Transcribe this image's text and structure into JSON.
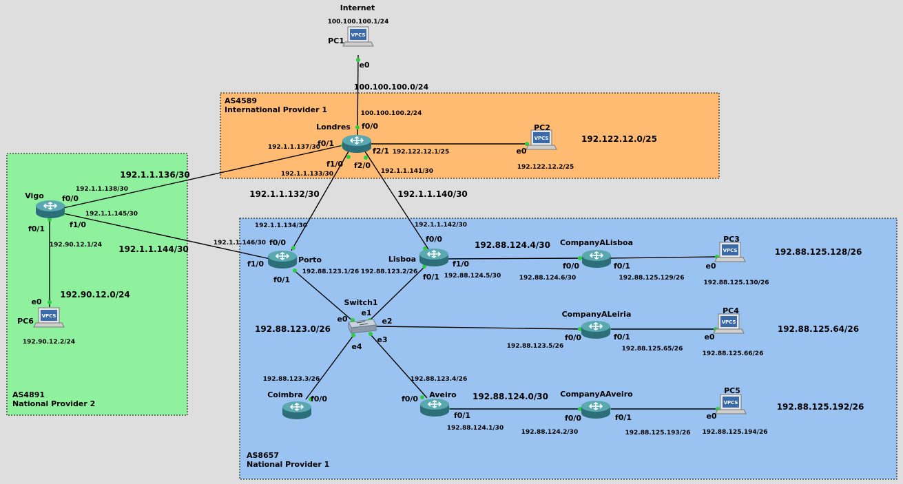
{
  "colors": {
    "background": "#dedede",
    "as4589_fill": "#ffbb72",
    "as4891_fill": "#8ff19e",
    "as8657_fill": "#9bc3f2",
    "router_body": "#3f8f98",
    "port_dot": "#2ecc40"
  },
  "areas": {
    "as4589": {
      "line1": "AS4589",
      "line2": "International Provider 1"
    },
    "as4891": {
      "line1": "AS4891",
      "line2": "National Provider 2"
    },
    "as8657": {
      "line1": "AS8657",
      "line2": "National Provider 1"
    }
  },
  "nodes": {
    "internet": {
      "caption": "Internet",
      "ip": "100.100.100.1/24"
    },
    "pc1": {
      "name": "PC1",
      "icon": "vpcs-icon",
      "badge": "VPCS"
    },
    "pc2": {
      "name": "PC2",
      "ip": "192.122.12.2/25",
      "badge": "VPCS"
    },
    "pc3": {
      "name": "PC3",
      "ip": "192.88.125.130/26",
      "badge": "VPCS"
    },
    "pc4": {
      "name": "PC4",
      "ip": "192.88.125.66/26",
      "badge": "VPCS"
    },
    "pc5": {
      "name": "PC5",
      "ip": "192.88.125.194/26",
      "badge": "VPCS"
    },
    "pc6": {
      "name": "PC6",
      "ip": "192.90.12.2/24",
      "badge": "VPCS"
    },
    "londres": {
      "name": "Londres",
      "icon": "router-icon"
    },
    "vigo": {
      "name": "Vigo"
    },
    "porto": {
      "name": "Porto"
    },
    "lisboa": {
      "name": "Lisboa"
    },
    "coimbra": {
      "name": "Coimbra"
    },
    "aveiro": {
      "name": "Aveiro"
    },
    "company_lisboa": {
      "name": "CompanyALisboa"
    },
    "company_leiria": {
      "name": "CompanyALeiria"
    },
    "company_aveiro": {
      "name": "CompanyAAveiro"
    },
    "switch1": {
      "name": "Switch1",
      "icon": "switch-icon"
    }
  },
  "networks": {
    "n100": "100.100.100.0/24",
    "n122": "192.122.12.0/25",
    "n136": "192.1.1.136/30",
    "n132": "192.1.1.132/30",
    "n140": "192.1.1.140/30",
    "n144": "192.1.1.144/30",
    "n9012": "192.90.12.0/24",
    "n12123": "192.88.123.0/26",
    "n1244": "192.88.124.4/30",
    "n1240": "192.88.124.0/30",
    "n125128": "192.88.125.128/26",
    "n12564": "192.88.125.64/26",
    "n125192": "192.88.125.192/26"
  },
  "ports": {
    "pc1_e0": "e0",
    "lon_f00": "f0/0",
    "lon_f01": "f0/1",
    "lon_f10": "f1/0",
    "lon_f20": "f2/0",
    "lon_f21": "f2/1",
    "pc2_e0": "e0",
    "vigo_f00": "f0/0",
    "vigo_f01": "f0/1",
    "vigo_f10": "f1/0",
    "pc6_e0": "e0",
    "porto_f00": "f0/0",
    "porto_f10": "f1/0",
    "porto_f01": "f0/1",
    "lis_f00": "f0/0",
    "lis_f10": "f1/0",
    "lis_f01": "f0/1",
    "sw_e0": "e0",
    "sw_e1": "e1",
    "sw_e2": "e2",
    "sw_e3": "e3",
    "sw_e4": "e4",
    "coimbra_f00": "f0/0",
    "aveiro_f00": "f0/0",
    "aveiro_f01": "f0/1",
    "cl_f00": "f0/0",
    "cl_f01": "f0/1",
    "cle_f00": "f0/0",
    "cle_f01": "f0/1",
    "ca_f00": "f0/0",
    "ca_f01": "f0/1",
    "pc3_e0": "e0",
    "pc4_e0": "e0",
    "pc5_e0": "e0"
  },
  "ips": {
    "lon_f00": "100.100.100.2/24",
    "lon_f01": "192.1.1.137/30",
    "lon_f10": "192.1.1.133/30",
    "lon_f20": "192.1.1.141/30",
    "lon_f21": "192.122.12.1/25",
    "vigo_f00": "192.1.1.138/30",
    "vigo_f10": "192.1.1.145/30",
    "vigo_f01": "192.90.12.1/24",
    "porto_f00": "192.1.1.134/30",
    "porto_f10": "192.1.1.146/30",
    "porto_f01": "192.88.123.1/26",
    "lis_f00": "192.1.1.142/30",
    "lis_f01": "192.88.123.2/26",
    "lis_f10": "192.88.124.5/30",
    "cl_f00": "192.88.124.6/30",
    "cl_f01": "192.88.125.129/26",
    "cle_f00": "192.88.123.5/26",
    "cle_f01": "192.88.125.65/26",
    "coimbra_f00": "192.88.123.3/26",
    "aveiro_f00": "192.88.123.4/26",
    "aveiro_f01": "192.88.124.1/30",
    "ca_f00": "192.88.124.2/30",
    "ca_f01": "192.88.125.193/26"
  }
}
